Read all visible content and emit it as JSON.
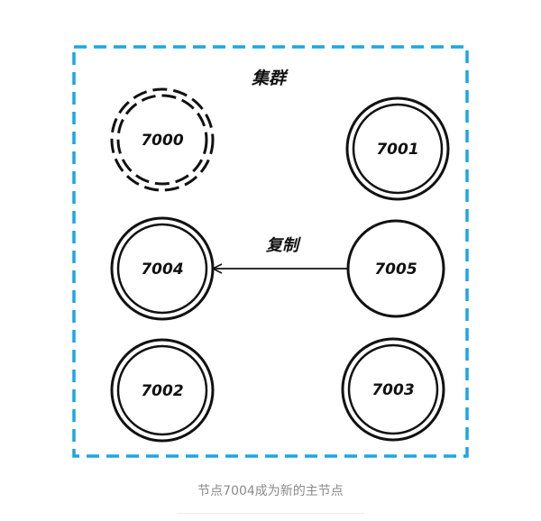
{
  "colors": {
    "cluster_border": "#1aa6e6",
    "stroke": "#111111",
    "caption": "#8a8a8a"
  },
  "cluster": {
    "label": "集群"
  },
  "nodes": {
    "n7000": {
      "label": "7000",
      "state": "failed"
    },
    "n7001": {
      "label": "7001",
      "state": "master"
    },
    "n7002": {
      "label": "7002",
      "state": "master"
    },
    "n7003": {
      "label": "7003",
      "state": "master"
    },
    "n7004": {
      "label": "7004",
      "state": "master"
    },
    "n7005": {
      "label": "7005",
      "state": "slave"
    }
  },
  "edge": {
    "from": "7005",
    "to": "7004",
    "label": "复制"
  },
  "caption": "节点7004成为新的主节点"
}
